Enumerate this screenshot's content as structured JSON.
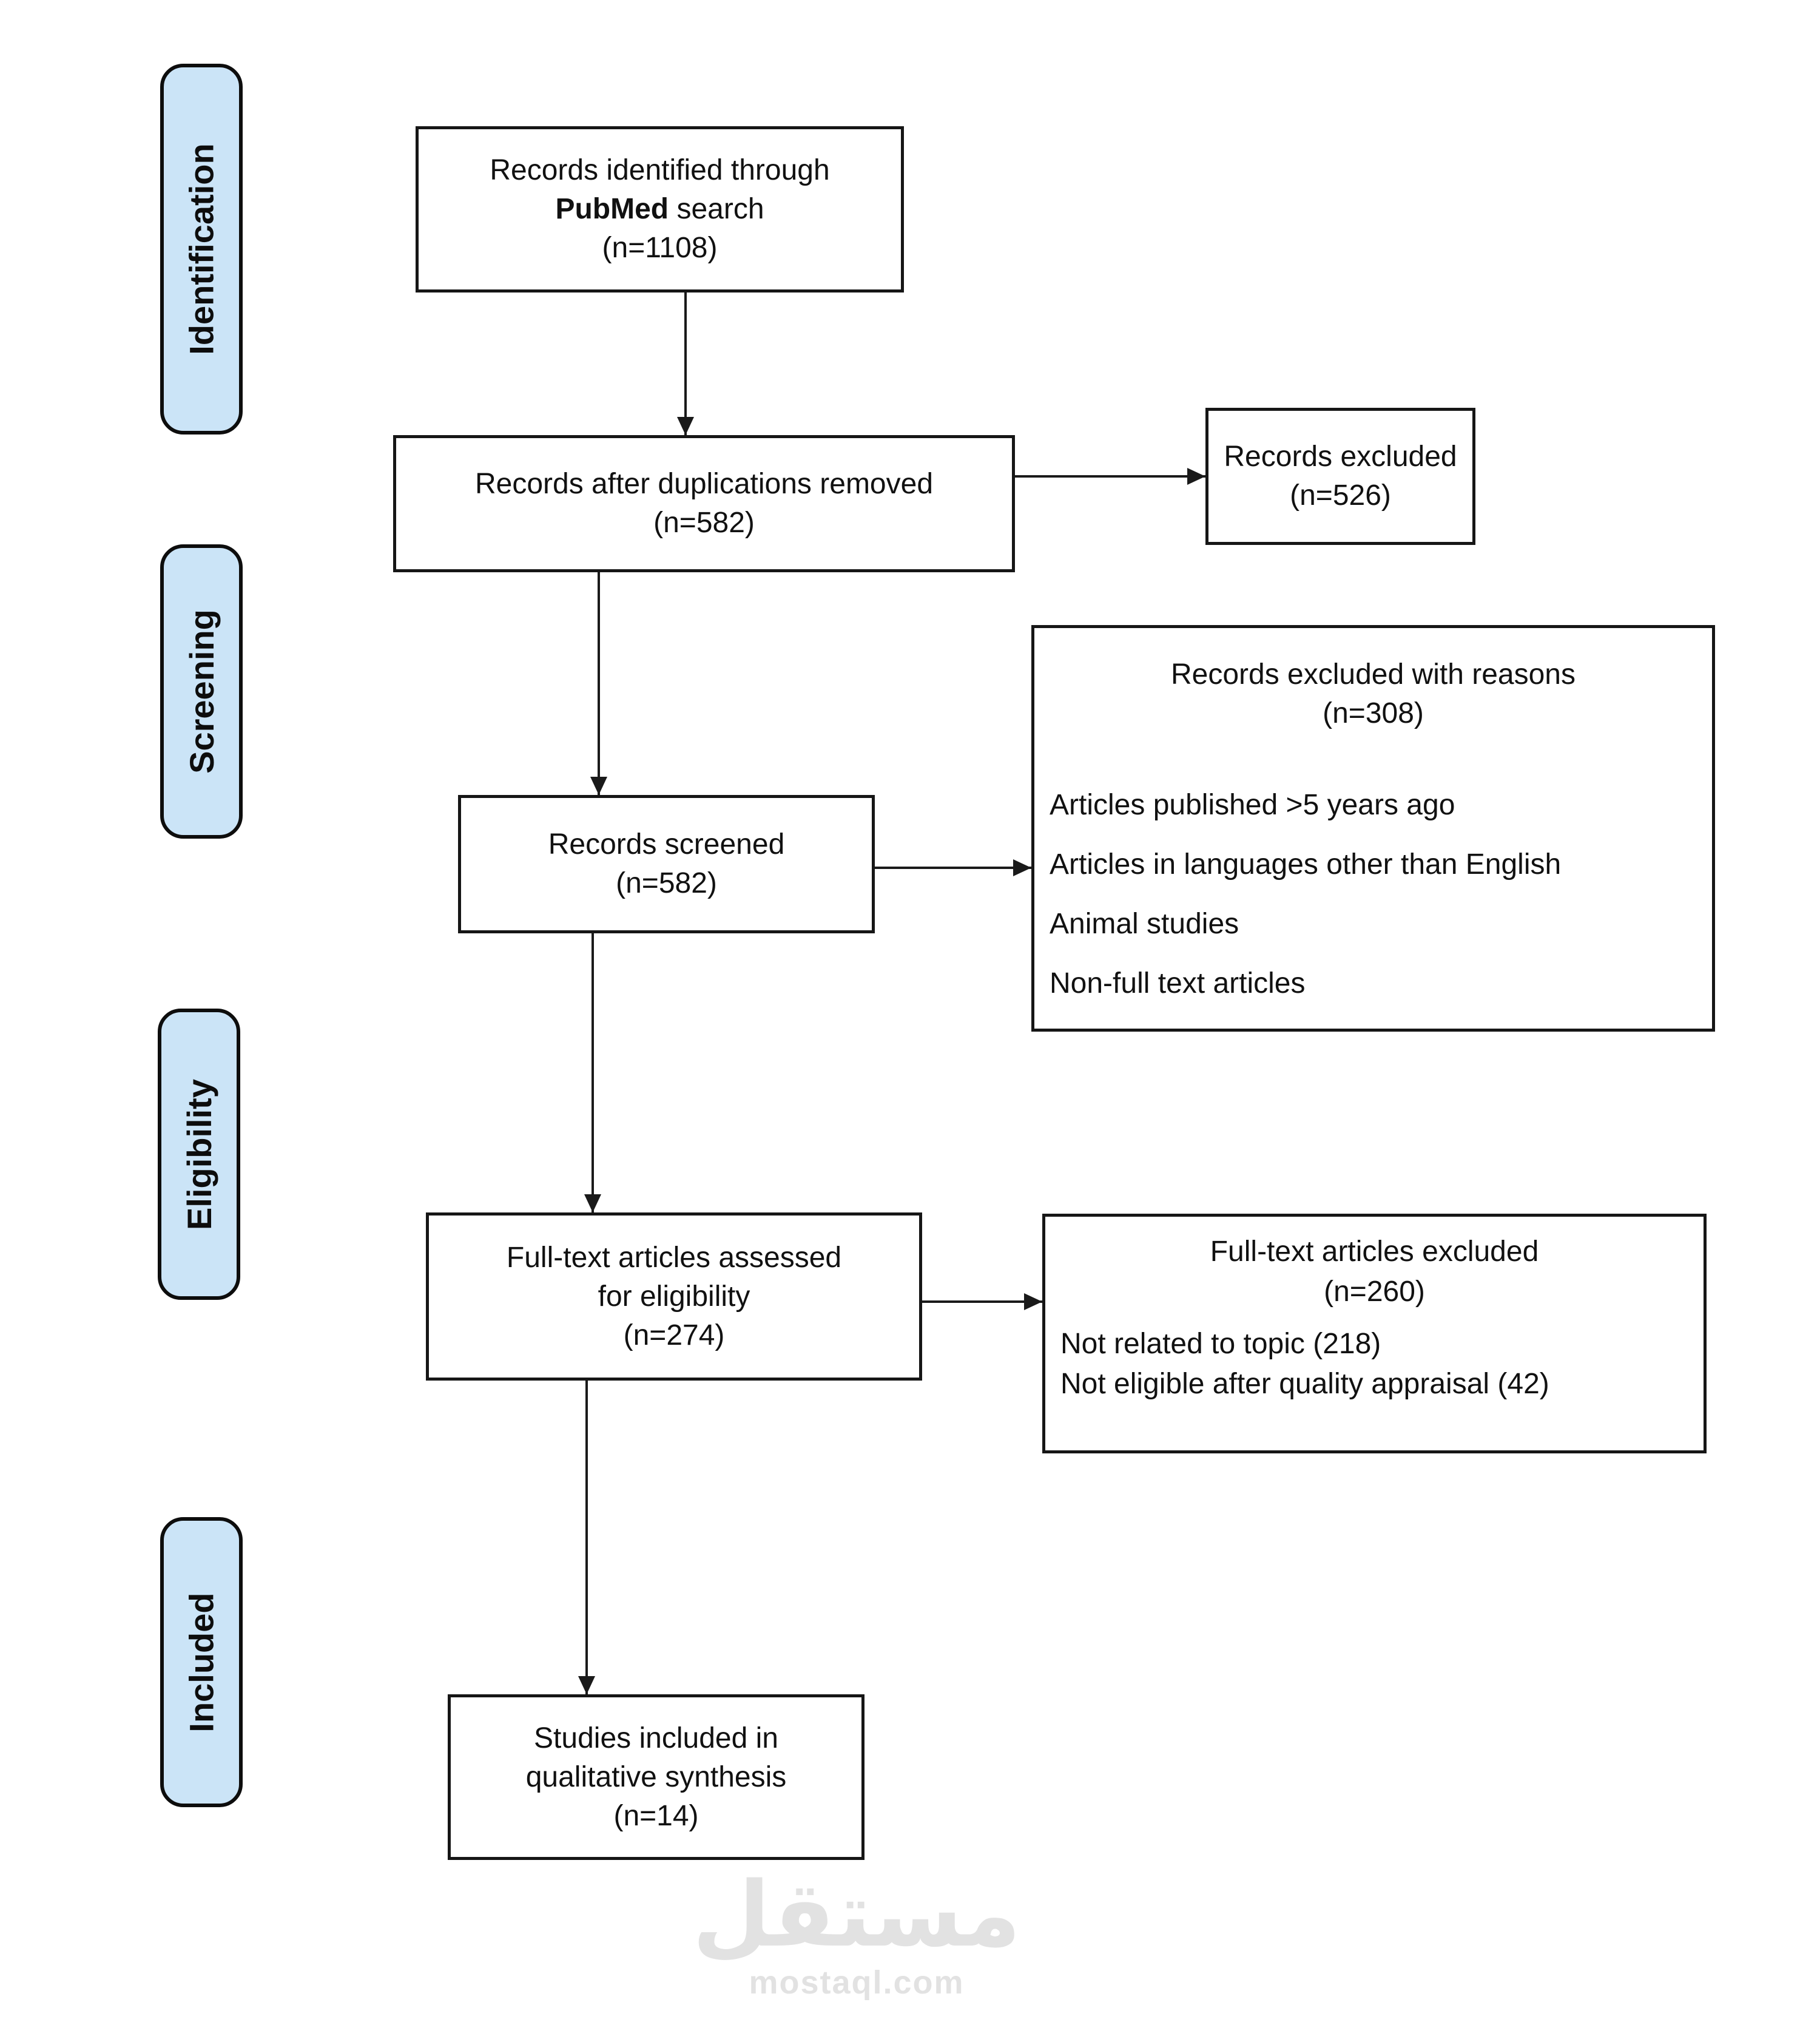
{
  "stages": [
    {
      "label": "Identification"
    },
    {
      "label": "Screening"
    },
    {
      "label": "Eligibility"
    },
    {
      "label": "Included"
    }
  ],
  "flow": {
    "identified": {
      "line1": "Records identified through",
      "line2_bold": "PubMed",
      "line2_rest": " search",
      "count": "(n=1108)"
    },
    "deduplicated": {
      "line1": "Records after duplications removed",
      "count": "(n=582)"
    },
    "screened": {
      "line1": "Records screened",
      "count": "(n=582)"
    },
    "assessed": {
      "line1": "Full-text articles assessed",
      "line2": "for eligibility",
      "count": "(n=274)"
    },
    "included": {
      "line1": "Studies included in",
      "line2": "qualitative synthesis",
      "count": "(n=14)"
    }
  },
  "exclusions": {
    "records_excluded": {
      "title": "Records excluded",
      "count": "(n=526)"
    },
    "records_excluded_reasons": {
      "title": "Records excluded with reasons",
      "count": "(n=308)",
      "reasons": [
        "Articles published >5 years ago",
        "Articles in languages other than English",
        "Animal studies",
        "Non-full text articles"
      ]
    },
    "fulltext_excluded": {
      "title": "Full-text articles excluded",
      "count": "(n=260)",
      "reasons": [
        "Not related to topic (218)",
        "Not eligible after quality appraisal (42)"
      ]
    }
  },
  "watermark": {
    "arabic": "مستقل",
    "latin": "mostaql.com"
  },
  "colors": {
    "stage_fill": "#cbe4f7",
    "watermark": "#e2e2e2"
  }
}
